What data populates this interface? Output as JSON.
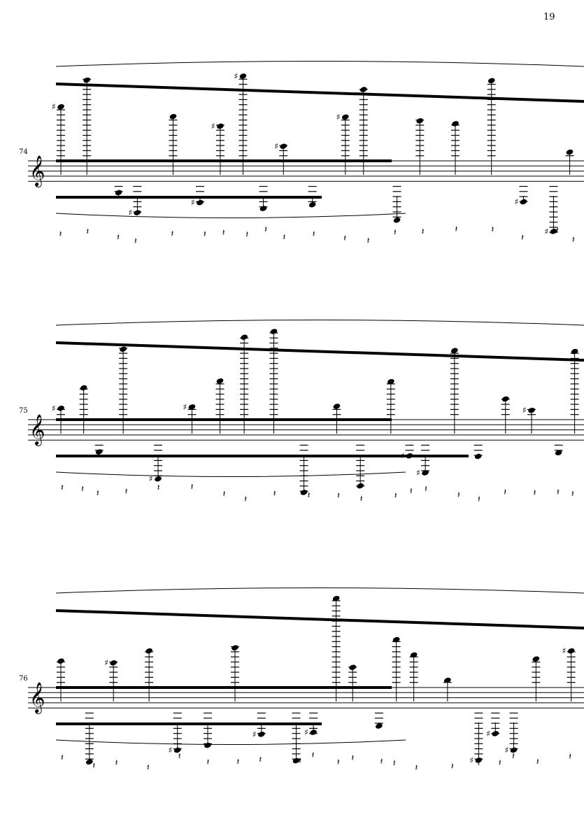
{
  "page_number": "19",
  "systems": [
    {
      "measure_number": "74"
    },
    {
      "measure_number": "75"
    },
    {
      "measure_number": "76"
    }
  ],
  "colors": {
    "ink": "#000000",
    "paper": "#ffffff"
  }
}
